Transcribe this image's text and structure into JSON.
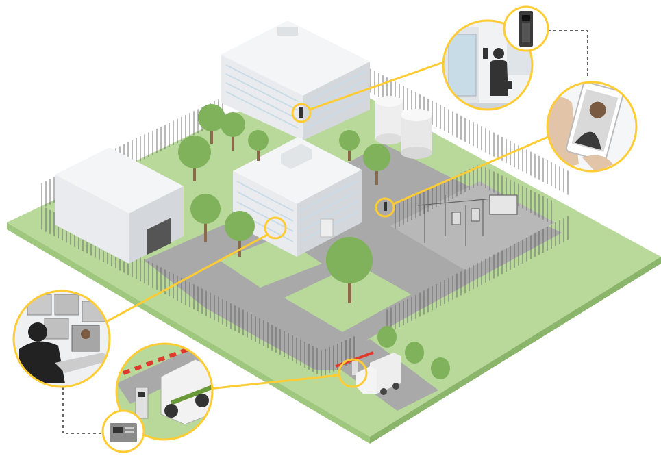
{
  "illustration": {
    "colors": {
      "grass": "#b9d99b",
      "grass_dark": "#9fc77e",
      "road": "#a9a9a9",
      "paving": "#c8c8c8",
      "building": "#e9ebee",
      "window": "#c8dce8",
      "tree": "#7fb25b",
      "trunk": "#8a6a4a",
      "fence": "#555555",
      "callout": "#ffcc33",
      "connector": "#333333",
      "truck_stripe": "#6a9a3a"
    },
    "callouts": [
      {
        "id": "door-station",
        "icon": "intercom-door-station-icon"
      },
      {
        "id": "visitor-at-door",
        "icon": "visitor-at-door-icon"
      },
      {
        "id": "mobile-video-call",
        "icon": "smartphone-video-call-icon"
      },
      {
        "id": "guard-with-dog",
        "icon": "guard-dog-icon"
      },
      {
        "id": "monitoring-operator",
        "icon": "operator-monitoring-icon"
      },
      {
        "id": "gate-intercom",
        "icon": "gate-intercom-icon"
      },
      {
        "id": "intercom-unit",
        "icon": "intercom-panel-icon"
      }
    ]
  }
}
